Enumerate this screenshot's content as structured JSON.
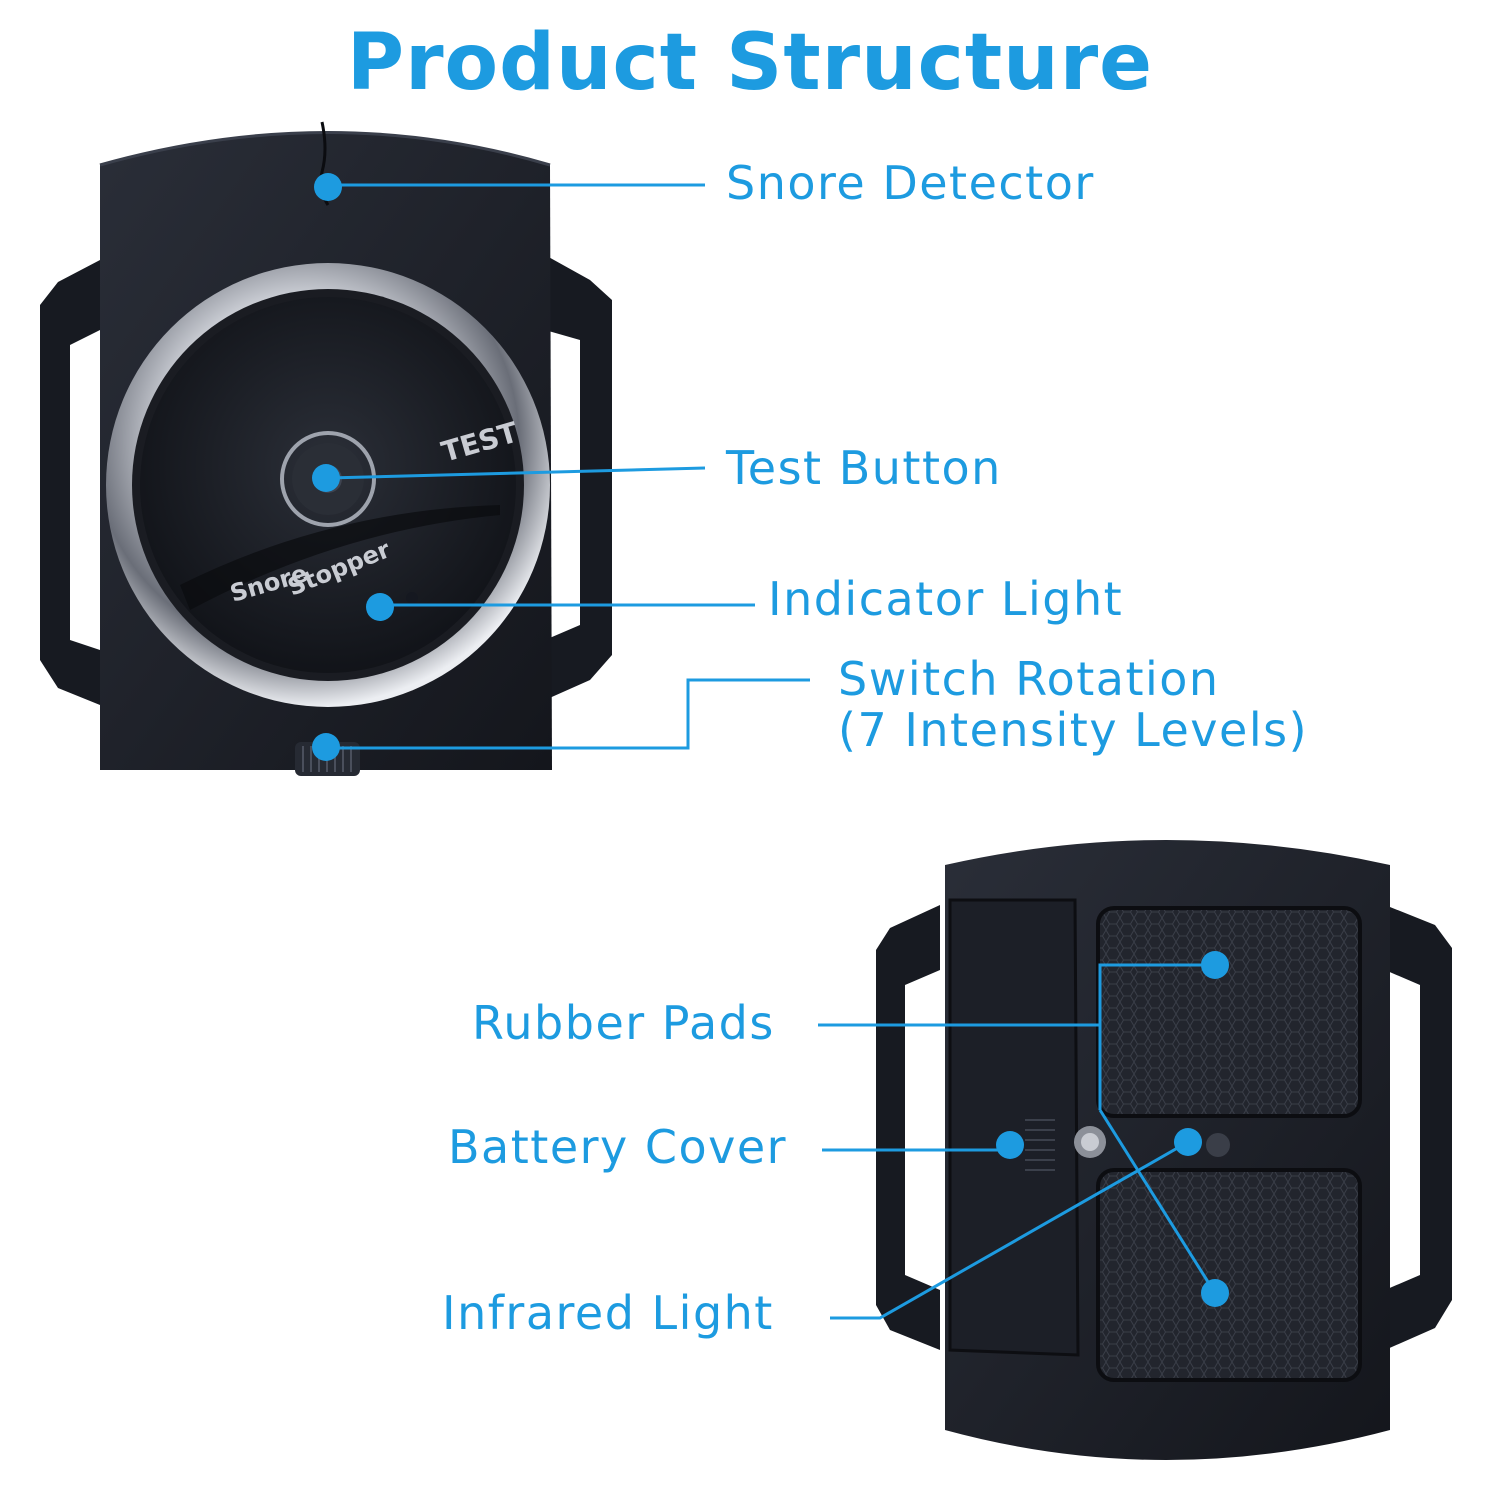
{
  "title": "Product Structure",
  "front_device": {
    "face_test_text": "TEST",
    "brand_line1": "Snore",
    "brand_line2": "Stopper"
  },
  "labels": {
    "snore_detector": "Snore Detector",
    "test_button": "Test Button",
    "indicator_light": "Indicator Light",
    "switch_rotation_line1": "Switch Rotation",
    "switch_rotation_line2": "(7 Intensity Levels)",
    "rubber_pads": "Rubber Pads",
    "battery_cover": "Battery Cover",
    "infrared_light": "Infrared Light"
  },
  "colors": {
    "accent": "#1d9be0",
    "device_body": "#1b1e26",
    "chrome_ring": "#c9ccd3"
  }
}
